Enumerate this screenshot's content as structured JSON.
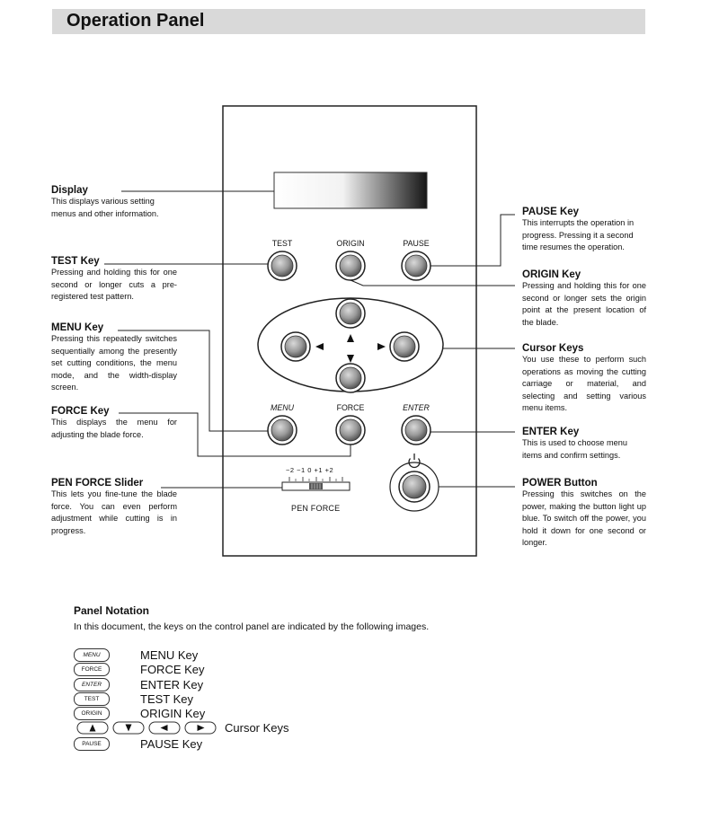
{
  "page": {
    "title": "Operation Panel"
  },
  "panel": {
    "keys": {
      "test": "TEST",
      "origin": "ORIGIN",
      "pause": "PAUSE",
      "menu": "MENU",
      "force": "FORCE",
      "enter": "ENTER"
    },
    "pen_force_label": "PEN FORCE",
    "slider_scale": "−2 −1  0  +1  +2"
  },
  "annotations": {
    "display": {
      "title": "Display",
      "body": "This displays various setting menus and other information."
    },
    "test": {
      "title": "TEST Key",
      "body": "Pressing and holding this for one second or longer cuts a pre-registered test pattern."
    },
    "menu": {
      "title": "MENU Key",
      "body": "Pressing this repeatedly switches sequentially among the presently set cutting conditions, the menu mode, and the width-display screen."
    },
    "force": {
      "title": "FORCE Key",
      "body": "This displays the menu for adjusting the blade force."
    },
    "pen_force": {
      "title": "PEN FORCE Slider",
      "body": "This lets you fine-tune the blade force. You can even perform adjustment while cutting is in progress."
    },
    "pause": {
      "title": "PAUSE Key",
      "body": "This interrupts the operation in progress. Pressing it a second time resumes the operation."
    },
    "origin": {
      "title": "ORIGIN Key",
      "body": "Pressing and holding this for one second or longer sets the origin point at the present location of the blade."
    },
    "cursor": {
      "title": "Cursor Keys",
      "body": "You use these to perform such operations as moving the cutting carriage or material, and selecting and setting various menu items."
    },
    "enter": {
      "title": "ENTER Key",
      "body": "This is used to choose menu items and confirm settings."
    },
    "power": {
      "title": "POWER Button",
      "body": "Pressing this switches on the power, making the button light up blue. To switch off the power, you hold it down for one second or longer."
    }
  },
  "notation": {
    "title": "Panel Notation",
    "intro": "In this document, the keys on the control panel are indicated by the following images.",
    "items": [
      {
        "pill": "MENU",
        "label": "MENU Key"
      },
      {
        "pill": "FORCE",
        "label": "FORCE Key"
      },
      {
        "pill": "ENTER",
        "label": "ENTER Key"
      },
      {
        "pill": "TEST",
        "label": "TEST Key"
      },
      {
        "pill": "ORIGIN",
        "label": "ORIGIN Key"
      },
      {
        "pill": "",
        "label": "Cursor Keys"
      },
      {
        "pill": "PAUSE",
        "label": "PAUSE Key"
      }
    ]
  }
}
